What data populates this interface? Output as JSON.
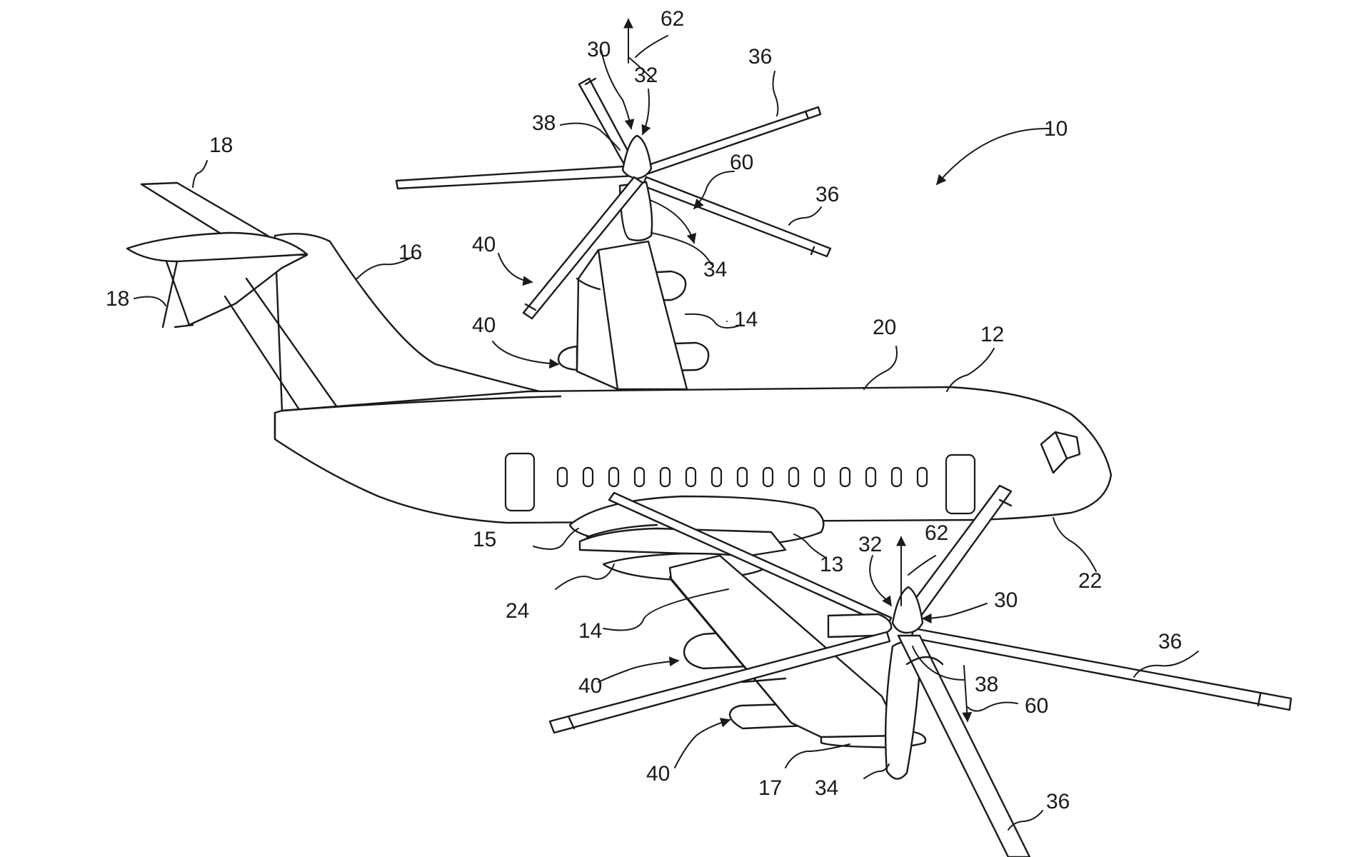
{
  "figure": {
    "kind": "patent drawing",
    "subject": "aircraft with wing-mounted rotor assemblies",
    "ink_color": "#1a1a1a",
    "background_color": "#ffffff"
  },
  "labels": {
    "l10": "10",
    "l12": "12",
    "l13": "13",
    "l14a": "14",
    "l14b": "14",
    "l15": "15",
    "l16": "16",
    "l17": "17",
    "l18a": "18",
    "l18b": "18",
    "l20": "20",
    "l22": "22",
    "l24": "24",
    "l30a": "30",
    "l30b": "30",
    "l32a": "32",
    "l32b": "32",
    "l34a": "34",
    "l34b": "34",
    "l36a": "36",
    "l36b": "36",
    "l36c": "36",
    "l36d": "36",
    "l38a": "38",
    "l38b": "38",
    "l40a": "40",
    "l40b": "40",
    "l40c": "40",
    "l40d": "40",
    "l60a": "60",
    "l60b": "60",
    "l62a": "62",
    "l62b": "62"
  }
}
